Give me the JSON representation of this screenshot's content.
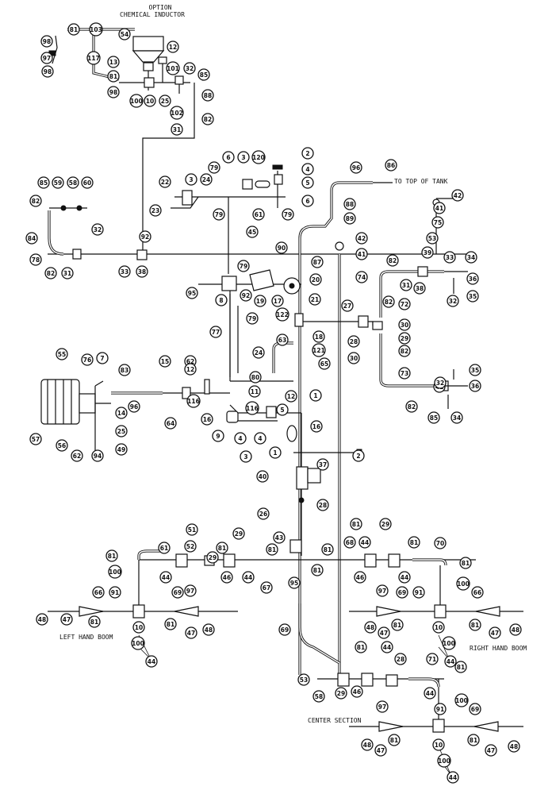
{
  "labels": {
    "option": "OPTION",
    "chemical_inductor": "CHEMICAL INDUCTOR",
    "to_top_of_tank": "TO TOP OF TANK",
    "left_hand_boom": "LEFT HAND BOOM",
    "right_hand_boom": "RIGHT HAND BOOM",
    "center_section": "CENTER SECTION"
  },
  "balloons": [
    [
      "98",
      59,
      52
    ],
    [
      "81",
      93,
      37
    ],
    [
      "103",
      121,
      37
    ],
    [
      "54",
      157,
      43
    ],
    [
      "12",
      218,
      59
    ],
    [
      "97",
      59,
      73
    ],
    [
      "117",
      118,
      73
    ],
    [
      "98",
      60,
      90
    ],
    [
      "13",
      143,
      78
    ],
    [
      "101",
      218,
      86
    ],
    [
      "32",
      239,
      86
    ],
    [
      "85",
      257,
      94
    ],
    [
      "81",
      143,
      96
    ],
    [
      "98",
      143,
      116
    ],
    [
      "100",
      172,
      127
    ],
    [
      "10",
      189,
      127
    ],
    [
      "25",
      208,
      127
    ],
    [
      "88",
      262,
      120
    ],
    [
      "102",
      223,
      142
    ],
    [
      "82",
      262,
      150
    ],
    [
      "31",
      223,
      163
    ],
    [
      "2",
      388,
      193
    ],
    [
      "4",
      388,
      213
    ],
    [
      "5",
      388,
      230
    ],
    [
      "6",
      388,
      253
    ],
    [
      "6",
      288,
      198
    ],
    [
      "3",
      307,
      198
    ],
    [
      "120",
      326,
      198
    ],
    [
      "96",
      449,
      211
    ],
    [
      "86",
      493,
      208
    ],
    [
      "79",
      270,
      211
    ],
    [
      "24",
      260,
      226
    ],
    [
      "3",
      241,
      226
    ],
    [
      "22",
      208,
      229
    ],
    [
      "23",
      196,
      265
    ],
    [
      "79",
      276,
      270
    ],
    [
      "61",
      326,
      270
    ],
    [
      "79",
      363,
      270
    ],
    [
      "85",
      55,
      230
    ],
    [
      "59",
      73,
      230
    ],
    [
      "58",
      92,
      230
    ],
    [
      "60",
      110,
      230
    ],
    [
      "88",
      441,
      257
    ],
    [
      "89",
      441,
      275
    ],
    [
      "41",
      554,
      262
    ],
    [
      "42",
      577,
      246
    ],
    [
      "75",
      552,
      280
    ],
    [
      "82",
      45,
      253
    ],
    [
      "84",
      40,
      300
    ],
    [
      "78",
      45,
      327
    ],
    [
      "82",
      64,
      344
    ],
    [
      "31",
      85,
      344
    ],
    [
      "32",
      123,
      289
    ],
    [
      "45",
      318,
      292
    ],
    [
      "92",
      183,
      298
    ],
    [
      "33",
      157,
      342
    ],
    [
      "38",
      179,
      342
    ],
    [
      "90",
      355,
      312
    ],
    [
      "87",
      400,
      330
    ],
    [
      "42",
      456,
      300
    ],
    [
      "41",
      456,
      320
    ],
    [
      "74",
      456,
      349
    ],
    [
      "53",
      545,
      300
    ],
    [
      "39",
      539,
      318
    ],
    [
      "33",
      567,
      324
    ],
    [
      "34",
      594,
      324
    ],
    [
      "82",
      495,
      328
    ],
    [
      "31",
      512,
      359
    ],
    [
      "38",
      529,
      363
    ],
    [
      "36",
      596,
      351
    ],
    [
      "72",
      510,
      383
    ],
    [
      "35",
      596,
      373
    ],
    [
      "32",
      571,
      379
    ],
    [
      "79",
      307,
      335
    ],
    [
      "20",
      398,
      352
    ],
    [
      "95",
      242,
      369
    ],
    [
      "8",
      279,
      378
    ],
    [
      "92",
      310,
      372
    ],
    [
      "19",
      328,
      379
    ],
    [
      "17",
      350,
      379
    ],
    [
      "21",
      397,
      377
    ],
    [
      "27",
      438,
      385
    ],
    [
      "82",
      490,
      380
    ],
    [
      "30",
      510,
      409
    ],
    [
      "29",
      510,
      426
    ],
    [
      "28",
      446,
      430
    ],
    [
      "82",
      510,
      442
    ],
    [
      "30",
      446,
      451
    ],
    [
      "122",
      356,
      396
    ],
    [
      "18",
      402,
      424
    ],
    [
      "77",
      272,
      418
    ],
    [
      "79",
      318,
      401
    ],
    [
      "63",
      356,
      428
    ],
    [
      "121",
      402,
      441
    ],
    [
      "65",
      409,
      458
    ],
    [
      "24",
      326,
      444
    ],
    [
      "73",
      510,
      470
    ],
    [
      "35",
      599,
      466
    ],
    [
      "41",
      554,
      487
    ],
    [
      "36",
      599,
      486
    ],
    [
      "32",
      555,
      482
    ],
    [
      "82",
      519,
      512
    ],
    [
      "85",
      547,
      526
    ],
    [
      "34",
      576,
      526
    ],
    [
      "55",
      78,
      446
    ],
    [
      "76",
      110,
      453
    ],
    [
      "7",
      129,
      451
    ],
    [
      "83",
      157,
      466
    ],
    [
      "15",
      208,
      455
    ],
    [
      "62",
      240,
      455
    ],
    [
      "12",
      240,
      465
    ],
    [
      "96",
      169,
      512
    ],
    [
      "14",
      153,
      520
    ],
    [
      "116",
      244,
      505
    ],
    [
      "80",
      322,
      475
    ],
    [
      "11",
      321,
      493
    ],
    [
      "12",
      367,
      499
    ],
    [
      "1",
      398,
      498
    ],
    [
      "64",
      215,
      533
    ],
    [
      "16",
      261,
      528
    ],
    [
      "5",
      356,
      516
    ],
    [
      "116",
      318,
      514
    ],
    [
      "9",
      275,
      549
    ],
    [
      "16",
      399,
      537
    ],
    [
      "57",
      45,
      553
    ],
    [
      "56",
      78,
      561
    ],
    [
      "25",
      153,
      543
    ],
    [
      "49",
      153,
      566
    ],
    [
      "62",
      97,
      574
    ],
    [
      "94",
      123,
      574
    ],
    [
      "4",
      303,
      552
    ],
    [
      "4",
      328,
      552
    ],
    [
      "1",
      347,
      570
    ],
    [
      "3",
      310,
      575
    ],
    [
      "2",
      452,
      574
    ],
    [
      "37",
      407,
      585
    ],
    [
      "40",
      331,
      600
    ],
    [
      "28",
      407,
      636
    ],
    [
      "26",
      332,
      647
    ],
    [
      "51",
      242,
      667
    ],
    [
      "29",
      301,
      672
    ],
    [
      "52",
      240,
      688
    ],
    [
      "61",
      207,
      690
    ],
    [
      "81",
      280,
      690
    ],
    [
      "81",
      343,
      692
    ],
    [
      "43",
      352,
      677
    ],
    [
      "81",
      413,
      692
    ],
    [
      "81",
      449,
      660
    ],
    [
      "29",
      486,
      660
    ],
    [
      "68",
      441,
      683
    ],
    [
      "44",
      460,
      683
    ],
    [
      "81",
      522,
      683
    ],
    [
      "70",
      555,
      684
    ],
    [
      "81",
      587,
      709
    ],
    [
      "81",
      141,
      700
    ],
    [
      "29",
      268,
      702
    ],
    [
      "46",
      286,
      727
    ],
    [
      "44",
      313,
      727
    ],
    [
      "67",
      336,
      740
    ],
    [
      "95",
      371,
      734
    ],
    [
      "81",
      400,
      718
    ],
    [
      "46",
      454,
      727
    ],
    [
      "97",
      482,
      744
    ],
    [
      "100",
      145,
      720
    ],
    [
      "44",
      209,
      727
    ],
    [
      "97",
      240,
      744
    ],
    [
      "91",
      145,
      746
    ],
    [
      "69",
      224,
      746
    ],
    [
      "44",
      510,
      727
    ],
    [
      "100",
      584,
      735
    ],
    [
      "66",
      124,
      746
    ],
    [
      "91",
      528,
      746
    ],
    [
      "69",
      507,
      746
    ],
    [
      "66",
      602,
      746
    ],
    [
      "48",
      53,
      780
    ],
    [
      "47",
      84,
      780
    ],
    [
      "81",
      119,
      783
    ],
    [
      "81",
      215,
      786
    ],
    [
      "47",
      241,
      797
    ],
    [
      "48",
      263,
      793
    ],
    [
      "48",
      467,
      790
    ],
    [
      "47",
      484,
      797
    ],
    [
      "81",
      501,
      787
    ],
    [
      "81",
      599,
      787
    ],
    [
      "47",
      624,
      797
    ],
    [
      "48",
      650,
      793
    ],
    [
      "10",
      175,
      790
    ],
    [
      "100",
      174,
      810
    ],
    [
      "10",
      553,
      790
    ],
    [
      "100",
      566,
      810
    ],
    [
      "44",
      191,
      833
    ],
    [
      "44",
      568,
      833
    ],
    [
      "69",
      359,
      793
    ],
    [
      "81",
      455,
      815
    ],
    [
      "44",
      488,
      815
    ],
    [
      "28",
      505,
      830
    ],
    [
      "71",
      545,
      830
    ],
    [
      "81",
      581,
      840
    ],
    [
      "53",
      383,
      856
    ],
    [
      "29",
      430,
      873
    ],
    [
      "58",
      402,
      877
    ],
    [
      "46",
      450,
      871
    ],
    [
      "44",
      542,
      873
    ],
    [
      "97",
      482,
      890
    ],
    [
      "100",
      582,
      882
    ],
    [
      "91",
      555,
      893
    ],
    [
      "69",
      599,
      893
    ],
    [
      "81",
      497,
      932
    ],
    [
      "48",
      463,
      938
    ],
    [
      "47",
      480,
      945
    ],
    [
      "10",
      553,
      938
    ],
    [
      "81",
      597,
      932
    ],
    [
      "47",
      619,
      945
    ],
    [
      "48",
      648,
      940
    ],
    [
      "100",
      560,
      958
    ],
    [
      "44",
      571,
      979
    ]
  ]
}
